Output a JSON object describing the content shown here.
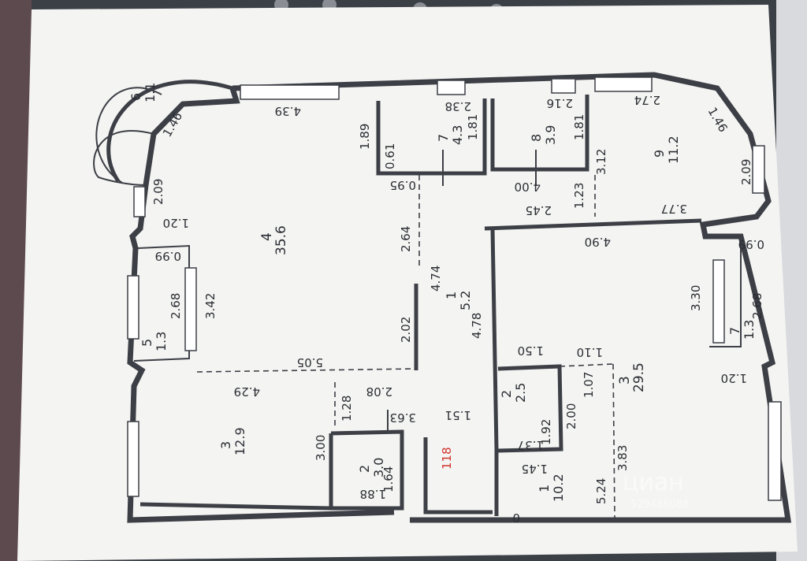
{
  "rooms": [
    {
      "id": "r6",
      "number": "6",
      "area": "1.1"
    },
    {
      "id": "r4",
      "number": "4",
      "area": "35.6"
    },
    {
      "id": "r7",
      "number": "7",
      "area": "4.3"
    },
    {
      "id": "r8",
      "number": "8",
      "area": "3.9"
    },
    {
      "id": "r9",
      "number": "9",
      "area": "11.2"
    },
    {
      "id": "r5",
      "number": "5",
      "area": "1.3"
    },
    {
      "id": "r1",
      "number": "1",
      "area": "5.2"
    },
    {
      "id": "r3a",
      "number": "3",
      "area": "12.9"
    },
    {
      "id": "r2a",
      "number": "2",
      "area": "3.0"
    },
    {
      "id": "r3b",
      "number": "3",
      "area": "29.5"
    },
    {
      "id": "r2b",
      "number": "2",
      "area": "2.5"
    },
    {
      "id": "r1b",
      "number": "1",
      "area": "10.2"
    },
    {
      "id": "r7b",
      "number": "7",
      "area": "1.3"
    }
  ],
  "dimensions": {
    "d439": "4.39",
    "d146a": "1.46",
    "d238": "2.38",
    "d216": "2.16",
    "d274": "2.74",
    "d146b": "1.46",
    "d189": "1.89",
    "d061": "0.61",
    "d181a": "1.81",
    "d181b": "1.81",
    "d312": "3.12",
    "d209a": "2.09",
    "d209b": "2.09",
    "d095": "0.95",
    "d400": "4.00",
    "d123": "1.23",
    "d245": "2.45",
    "d377": "3.77",
    "d120a": "1.20",
    "d264": "2.64",
    "d490": "4.90",
    "d099a": "0.99",
    "d099b": "0.99",
    "d474": "4.74",
    "d342": "3.42",
    "d268a": "2.68",
    "d330": "3.30",
    "d268b": "2.68",
    "d478": "4.78",
    "d202": "2.02",
    "d505": "5.05",
    "d150": "1.50",
    "d110": "1.10",
    "d107": "1.07",
    "d120b": "1.20",
    "d429": "4.29",
    "d208": "2.08",
    "d128": "1.28",
    "d363": "3.63",
    "d151": "1.51",
    "d192": "1.92",
    "d200": "2.00",
    "d300": "3.00",
    "d164": "1.64",
    "d137": "1.37",
    "d383": "3.83",
    "d145": "1.45",
    "d524": "5.24",
    "d188": "1.88",
    "d0": "0"
  },
  "annotation": "118",
  "watermark": {
    "brand": "циан",
    "id": "529486088"
  },
  "colors": {
    "paper": "#f4f4f2",
    "line": "#3c3f46",
    "text": "#2a2d33",
    "annotation": "#d0342c"
  }
}
